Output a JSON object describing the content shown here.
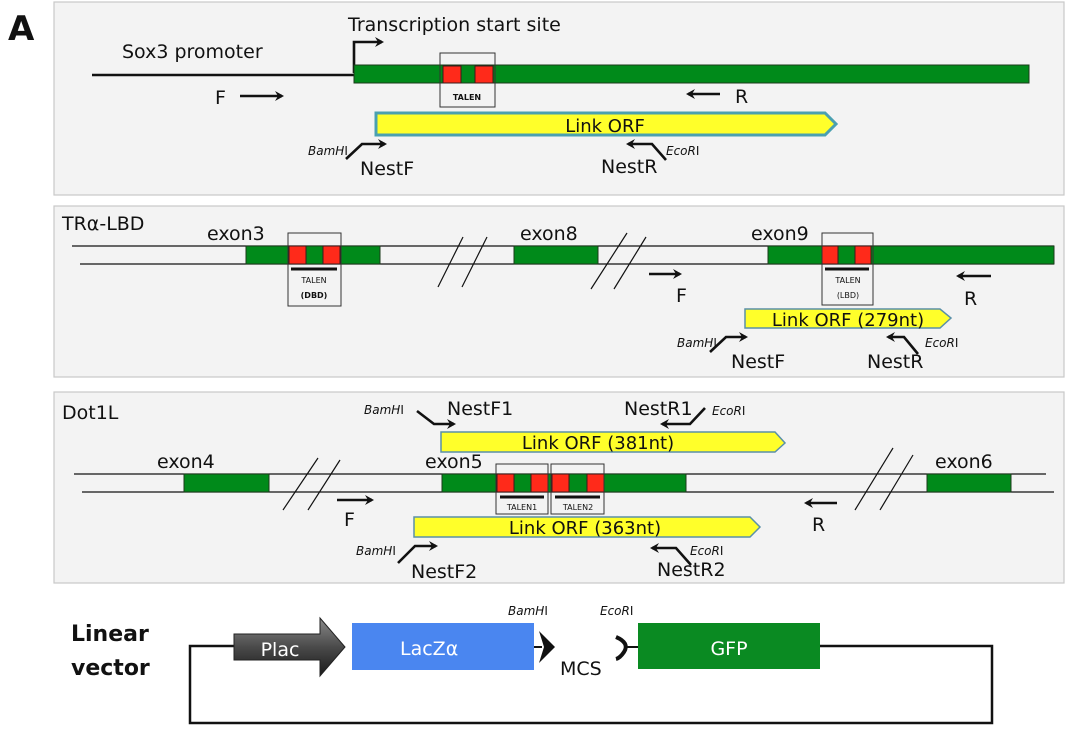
{
  "figure_label": "A",
  "panels": {
    "sox3": {
      "promoter_label": "Sox3 promoter",
      "tss_label": "Transcription start site",
      "talen_label": "TALEN",
      "primer_f": "F",
      "primer_r": "R",
      "orf_label": "Link ORF",
      "nest_f": "NestF",
      "nest_r": "NestR",
      "site_bam": "BamH",
      "site_eco": "EcoR",
      "site_suffix": "I"
    },
    "tra": {
      "title": "TRα-LBD",
      "exons": [
        "exon3",
        "exon8",
        "exon9"
      ],
      "talen_dbd": [
        "TALEN",
        "(DBD)"
      ],
      "talen_lbd": [
        "TALEN",
        "(LBD)"
      ],
      "primer_f": "F",
      "primer_r": "R",
      "orf_label": "Link ORF (279nt)",
      "nest_f": "NestF",
      "nest_r": "NestR",
      "site_bam": "BamH",
      "site_eco": "EcoR",
      "site_suffix": "I"
    },
    "dot1l": {
      "title": "Dot1L",
      "exons": [
        "exon4",
        "exon5",
        "exon6"
      ],
      "talen1": "TALEN1",
      "talen2": "TALEN2",
      "primer_f": "F",
      "primer_r": "R",
      "orf1_label": "Link ORF (381nt)",
      "orf2_label": "Link ORF (363nt)",
      "nest_f1": "NestF1",
      "nest_r1": "NestR1",
      "nest_f2": "NestF2",
      "nest_r2": "NestR2",
      "site_bam": "BamH",
      "site_eco": "EcoR",
      "site_suffix": "I"
    },
    "vector": {
      "title_line1": "Linear",
      "title_line2": "vector",
      "plac": "Plac",
      "lacz": "LacZα",
      "mcs": "MCS",
      "gfp": "GFP",
      "site_bam": "BamH",
      "site_eco": "EcoR",
      "site_suffix": "I"
    }
  },
  "colors": {
    "exon": "#008a1a",
    "talen": "#ff2a1a",
    "orf": "#ffff2a",
    "lacz": "#4a86f0",
    "gfp": "#0a8a22",
    "plac": "#555555"
  }
}
